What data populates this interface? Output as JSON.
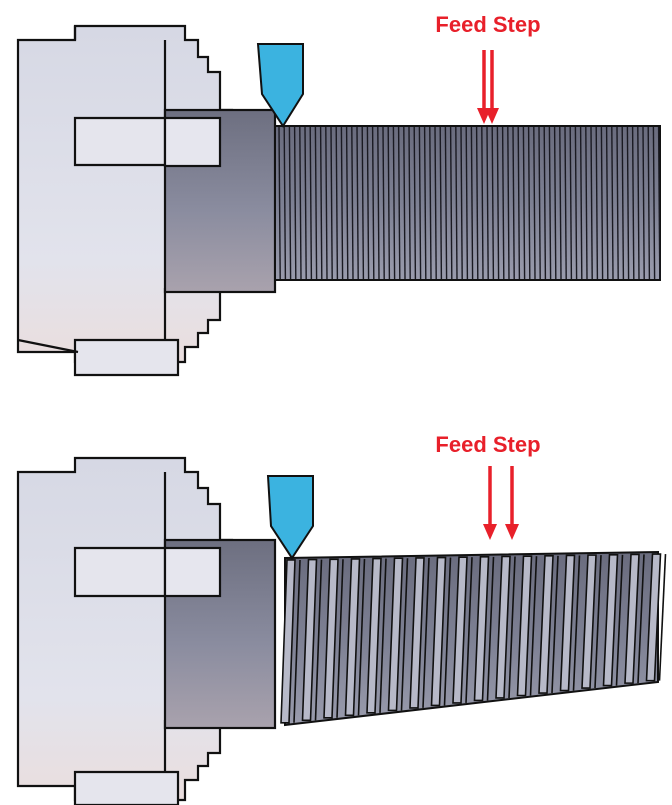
{
  "colors": {
    "label": "#e8202a",
    "arrow": "#e8202a",
    "tool": "#3bb3e0",
    "chuck_light": "#dfe0ea",
    "chuck_shadow": "#e9e0e0",
    "workpiece_dark": "#6e7081",
    "workpiece_mid": "#8d8fa2",
    "outline": "#111111"
  },
  "panels": [
    {
      "label": "Feed Step",
      "thread": "fine"
    },
    {
      "label": "Feed Step",
      "thread": "coarse"
    }
  ],
  "icons": {
    "tool": "cutting-tool-icon",
    "arrow": "down-arrow-icon"
  }
}
